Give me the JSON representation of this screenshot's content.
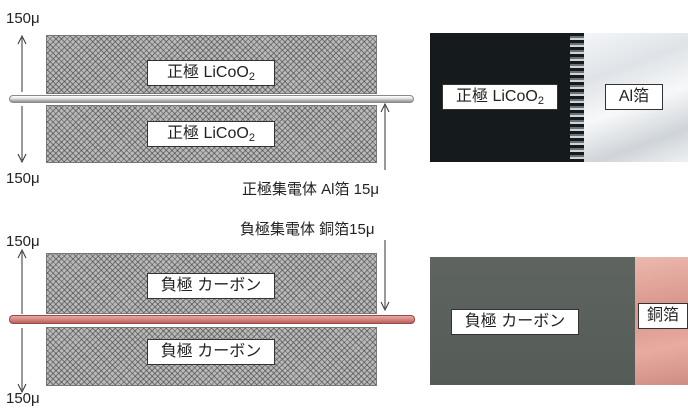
{
  "positive": {
    "thickness_top": "150μ",
    "thickness_bottom": "150μ",
    "coat_top_label": "正極 LiCoO",
    "coat_bottom_label": "正極 LiCoO",
    "subscript": "2",
    "collector_caption": "正極集電体 Al箔 15μ",
    "photo_coat_label": "正極 LiCoO",
    "photo_foil_label": "Al箔"
  },
  "negative": {
    "collector_caption": "負極集電体 銅箔15μ",
    "thickness_top": "150μ",
    "thickness_bottom": "150μ",
    "coat_top_label": "負極 カーボン",
    "coat_bottom_label": "負極 カーボン",
    "photo_coat_label": "負極 カーボン",
    "photo_foil_label": "銅箔"
  },
  "colors": {
    "al_foil": "#c8c8c8",
    "cu_foil": "#d98a85",
    "licoo2_photo": "#151a1d",
    "carbon_photo": "#5b615d",
    "cu_photo": "#e2a79c"
  }
}
